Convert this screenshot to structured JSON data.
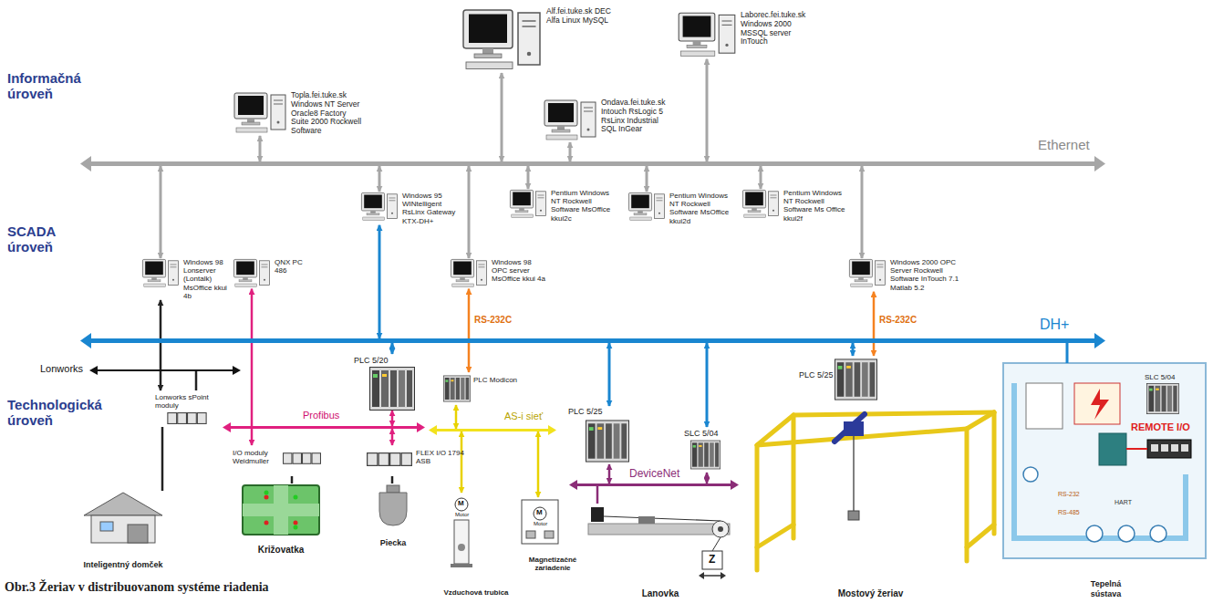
{
  "diagram": {
    "caption": "Obr.3 Žeriav v distribuovanom systéme riadenia",
    "nodes": [
      {
        "text": [
          "Topla.fei.tuke.sk Windows NT Server Oracle8 Factory Suite 2000 Rockwell Software"
        ]
      },
      {
        "text": [
          "Alf.fei.tuke.sk DEC Alfa Linux MySQL"
        ]
      },
      {
        "text": [
          "Ondava.fei.tuke.sk Intouch RsLogic 5 RsLinx Industrial SQL InGear"
        ]
      },
      {
        "text": [
          "Laborec.fei.tuke.sk Windows 2000 MSSQL server InTouch"
        ]
      },
      {
        "text": [
          "Ethernet"
        ]
      },
      {
        "text": [
          "Windows 98 Lonserver (Lontalk) MsOffice kkui 4b"
        ]
      },
      {
        "text": [
          "QNX PC 486"
        ]
      },
      {
        "text": [
          "Windows 95 WINtelligent RsLinx Gateway KTX-DH+"
        ]
      },
      {
        "text": [
          "Windows 98 OPC server MsOffice kkui 4a"
        ]
      },
      {
        "text": [
          "Pentium Windows NT Rockwell Software MsOffice kkui2c"
        ]
      },
      {
        "text": [
          "Pentium Windows NT Rockwell Software MsOffice kkui2d"
        ]
      },
      {
        "text": [
          "Pentium Windows NT Rockwell Software Ms Office kkui2f"
        ]
      },
      {
        "text": [
          "Windows 2000 OPC Server Rockwell Software InTouch 7.1 Matlab 5.2"
        ]
      },
      {
        "text": [
          "DH+"
        ]
      },
      {
        "text": [
          "Lonworks"
        ]
      },
      {
        "text": [
          "Lonworks sPoint moduly"
        ]
      },
      {
        "text": [
          "Inteligentný domček"
        ]
      },
      {
        "text": [
          "PLC 5/20"
        ]
      },
      {
        "text": [
          "Profibus"
        ]
      },
      {
        "text": [
          "I/O moduly Weidmuller"
        ]
      },
      {
        "text": [
          "FLEX I/O 1794 ASB"
        ]
      },
      {
        "text": [
          "Križovatka"
        ]
      },
      {
        "text": [
          "Piecka"
        ]
      },
      {
        "text": [
          "PLC Modicon"
        ]
      },
      {
        "text": [
          "AS-i sieť"
        ]
      },
      {
        "text": [
          "Vzduchová trubica"
        ]
      },
      {
        "text": [
          "Magnetizačné zariadenie"
        ]
      },
      {
        "text": [
          "PLC 5/25"
        ]
      },
      {
        "text": [
          "SLC 5/04"
        ]
      },
      {
        "text": [
          "DeviceNet"
        ]
      },
      {
        "text": [
          "Lanovka"
        ]
      },
      {
        "text": [
          "PLC 5/25"
        ]
      },
      {
        "text": [
          "Mostový žeriav"
        ]
      },
      {
        "text": [
          "Tepelná sústava"
        ]
      },
      {
        "text": [
          "SLC 5/04"
        ],
        "in": 33
      }
    ],
    "edges": [
      {
        "from": 0,
        "to": 4,
        "arrow": "both"
      },
      {
        "from": 1,
        "to": 4,
        "arrow": "both"
      },
      {
        "from": 2,
        "to": 4,
        "arrow": "both"
      },
      {
        "from": 3,
        "to": 4,
        "arrow": "both"
      },
      {
        "from": 5,
        "to": 4,
        "arrow": "both"
      },
      {
        "from": 7,
        "to": 4,
        "arrow": "both"
      },
      {
        "from": 8,
        "to": 4,
        "arrow": "both"
      },
      {
        "from": 9,
        "to": 4,
        "arrow": "both"
      },
      {
        "from": 10,
        "to": 4,
        "arrow": "both"
      },
      {
        "from": 11,
        "to": 4,
        "arrow": "both"
      },
      {
        "from": 12,
        "to": 4,
        "arrow": "both"
      },
      {
        "from": 5,
        "to": 15,
        "arrow": "both"
      },
      {
        "from": 14,
        "to": 15,
        "arrow": "none"
      },
      {
        "from": 15,
        "to": 16,
        "arrow": "none"
      },
      {
        "from": 6,
        "to": 19,
        "arrow": "both"
      },
      {
        "from": 7,
        "to": 13,
        "arrow": "both"
      },
      {
        "from": 13,
        "to": 17,
        "arrow": "both"
      },
      {
        "from": 17,
        "to": 18,
        "arrow": "both"
      },
      {
        "from": 18,
        "to": 20,
        "arrow": "both"
      },
      {
        "from": 19,
        "to": 21,
        "arrow": "none"
      },
      {
        "from": 20,
        "to": 22,
        "arrow": "none"
      },
      {
        "from": 8,
        "to": 23,
        "label": "RS-232C",
        "arrow": "both"
      },
      {
        "from": 23,
        "to": 24,
        "arrow": "both"
      },
      {
        "from": 24,
        "to": 25,
        "arrow": "both"
      },
      {
        "from": 24,
        "to": 26,
        "arrow": "both"
      },
      {
        "from": 13,
        "to": 27,
        "arrow": "both"
      },
      {
        "from": 13,
        "to": 28,
        "arrow": "both"
      },
      {
        "from": 27,
        "to": 29,
        "arrow": "both"
      },
      {
        "from": 28,
        "to": 29,
        "arrow": "both"
      },
      {
        "from": 29,
        "to": 30,
        "arrow": "none"
      },
      {
        "from": 13,
        "to": 31,
        "arrow": "both"
      },
      {
        "from": 12,
        "to": 31,
        "label": "RS-232C",
        "arrow": "both"
      },
      {
        "from": 13,
        "to": 33,
        "arrow": "none"
      }
    ],
    "labels": [
      "Informačná úroveň",
      "SCADA úroveň",
      "Technologická úroveň",
      "M",
      "Motor",
      "M",
      "Motor",
      "Z",
      "RS-232",
      "RS-485",
      "HART",
      "REMOTE I/O"
    ]
  }
}
